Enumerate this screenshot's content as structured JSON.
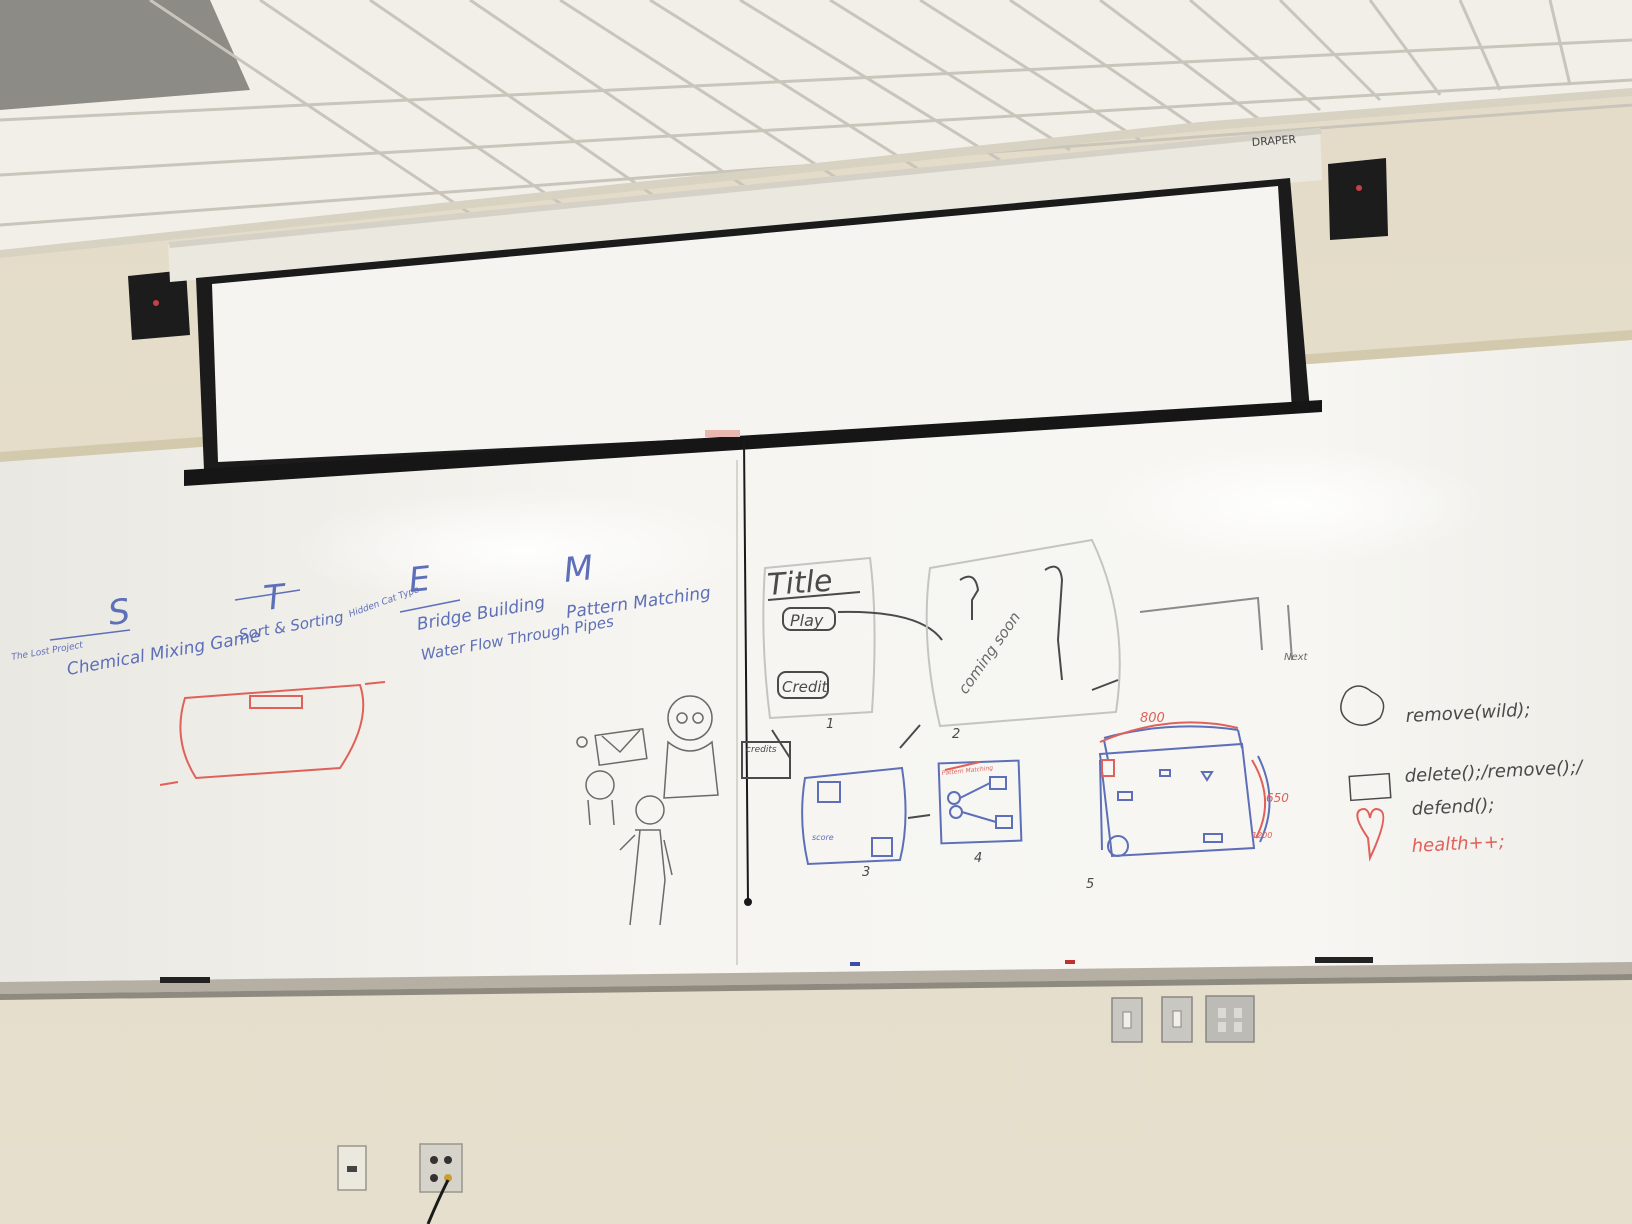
{
  "screen": {
    "brand": "DRAPER"
  },
  "board": {
    "letters": {
      "s": "S",
      "t": "T",
      "e": "E",
      "m": "M"
    },
    "left_notes": {
      "small_label": "The Lost Project",
      "s_text": "Chemical Mixing Game",
      "t_text": "Sort & Sorting",
      "t_small": "Hidden Cat Type",
      "e_line1": "Bridge Building",
      "e_line2": "Water Flow Through Pipes",
      "m_text": "Pattern Matching"
    },
    "storyboard": {
      "title_word": "Title",
      "play_word": "Play",
      "credit_word": "Credit",
      "credits_box": "credits",
      "frame_numbers": [
        "1",
        "2",
        "3",
        "4",
        "5"
      ],
      "score_small": "score",
      "dimension_top": "800",
      "dimension_side": "650",
      "dimension_corner": "1200",
      "panel2_text": "coming soon",
      "panel4_red": "Pattern Matching",
      "arrow_label": "Next"
    },
    "code_notes": {
      "line1": "remove(wild);",
      "line2": "delete();/remove();/",
      "line3": "defend();",
      "line4": "health++;"
    }
  },
  "colors": {
    "wall": "#e9e3d2",
    "ceiling": "#f2f0ea",
    "whiteboard": "#f4f3ee",
    "screen_case": "#1b1b1b",
    "blue_marker": "#5d6fb8",
    "red_marker": "#e0605a",
    "black_marker": "#4a4a4a"
  }
}
